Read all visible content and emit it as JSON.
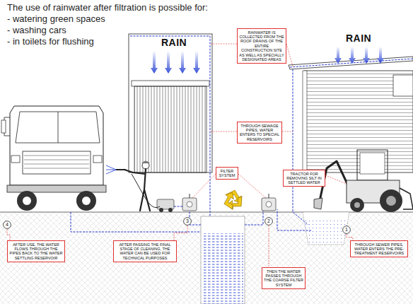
{
  "diagram": {
    "title": "The use of rainwater after filtration is possible for:",
    "nodes": [
      {
        "text": [
          "RAINWATER IS COLLECTED FROM THE ROOF DRAINS OF THE ENTIRE CONSTRUCTION SITE AS WELL AS SPECIALLY DESIGNATED AREAS"
        ]
      },
      {
        "text": [
          "THROUGH SEWAGE PIPES, WATER ENTERS TO SPECIAL RESERVOIRS"
        ]
      },
      {
        "text": [
          "FILTER SYSTEM"
        ]
      },
      {
        "text": [
          "TRACTOR FOR REMOVING SILT IN SETTLED WATER"
        ]
      },
      {
        "text": [
          "4"
        ]
      },
      {
        "text": [
          "3"
        ]
      },
      {
        "text": [
          "2"
        ]
      },
      {
        "text": [
          "1"
        ]
      },
      {
        "text": [
          "AFTER USE, THE WATER FLOWS THROUGH THE PIPES BACK TO THE WATER SETTLING RESERVOIR"
        ]
      },
      {
        "text": [
          "AFTER PASSING THE FINAL STAGE OF CLEANING, THE WATER CAN BE USED FOR TECHNICAL PURPOSES"
        ]
      },
      {
        "text": [
          "THEN THE WATER PASSES THROUGH THE COARSE FILTER SYSTEM"
        ]
      },
      {
        "text": [
          "THROUGH SEWER PIPES, WATER ENTERS THE PRE-TREATMENT RESERVOIRS"
        ]
      }
    ],
    "edges": [
      {
        "from": 4,
        "to": 8,
        "arrow": "none"
      },
      {
        "from": 5,
        "to": 9,
        "arrow": "none"
      },
      {
        "from": 6,
        "to": 10,
        "arrow": "none"
      },
      {
        "from": 7,
        "to": 11,
        "arrow": "none"
      }
    ],
    "labels": [
      "- watering green spaces",
      "- washing cars",
      "- in toilets for flushing",
      "RAIN",
      "RAIN"
    ]
  }
}
